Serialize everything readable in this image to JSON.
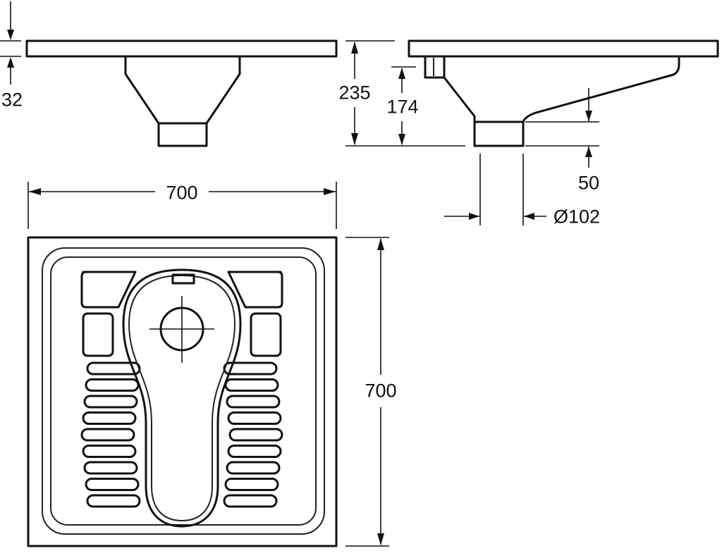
{
  "dimensions": {
    "plate_thickness": "32",
    "total_height": "235",
    "outlet_height": "174",
    "outlet_length": "50",
    "outlet_diameter": "Ø102",
    "width": "700",
    "depth": "700"
  }
}
